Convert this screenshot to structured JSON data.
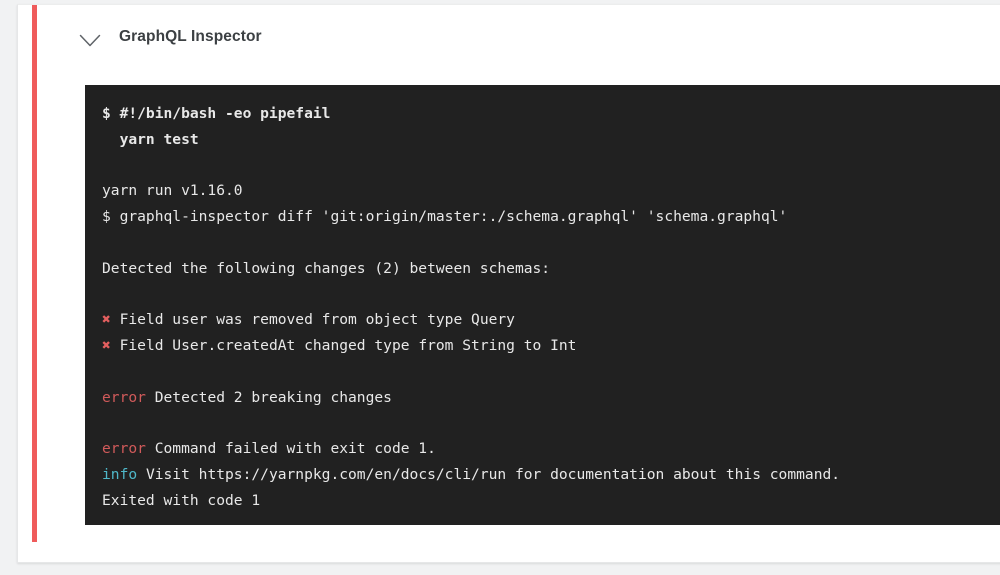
{
  "page": {
    "background_color": "#f1f2f3"
  },
  "card": {
    "accent_color": "#ef5b5b",
    "background_color": "#ffffff",
    "header": {
      "title": "GraphQL Inspector",
      "collapse_icon": "chevron-down-icon"
    }
  },
  "terminal": {
    "background_color": "#212121",
    "text_color": "#e8e8e8",
    "error_color": "#d05a5a",
    "info_color": "#4fb8c9",
    "cross_color": "#e35f5f",
    "lines": [
      {
        "type": "command",
        "bold": true,
        "text": "$ #!/bin/bash -eo pipefail"
      },
      {
        "type": "command",
        "bold": true,
        "text": "  yarn test"
      },
      {
        "type": "blank",
        "text": ""
      },
      {
        "type": "plain",
        "text": "yarn run v1.16.0"
      },
      {
        "type": "plain",
        "text": "$ graphql-inspector diff 'git:origin/master:./schema.graphql' 'schema.graphql'"
      },
      {
        "type": "blank",
        "text": ""
      },
      {
        "type": "plain",
        "text": "Detected the following changes (2) between schemas:"
      },
      {
        "type": "blank",
        "text": ""
      },
      {
        "type": "change",
        "marker": "✖",
        "text": " Field user was removed from object type Query"
      },
      {
        "type": "change",
        "marker": "✖",
        "text": " Field User.createdAt changed type from String to Int"
      },
      {
        "type": "blank",
        "text": ""
      },
      {
        "type": "level",
        "level": "error",
        "text": " Detected 2 breaking changes"
      },
      {
        "type": "blank",
        "text": ""
      },
      {
        "type": "level",
        "level": "error",
        "text": " Command failed with exit code 1."
      },
      {
        "type": "level",
        "level": "info",
        "text": " Visit https://yarnpkg.com/en/docs/cli/run for documentation about this command."
      },
      {
        "type": "plain",
        "text": "Exited with code 1"
      }
    ]
  }
}
